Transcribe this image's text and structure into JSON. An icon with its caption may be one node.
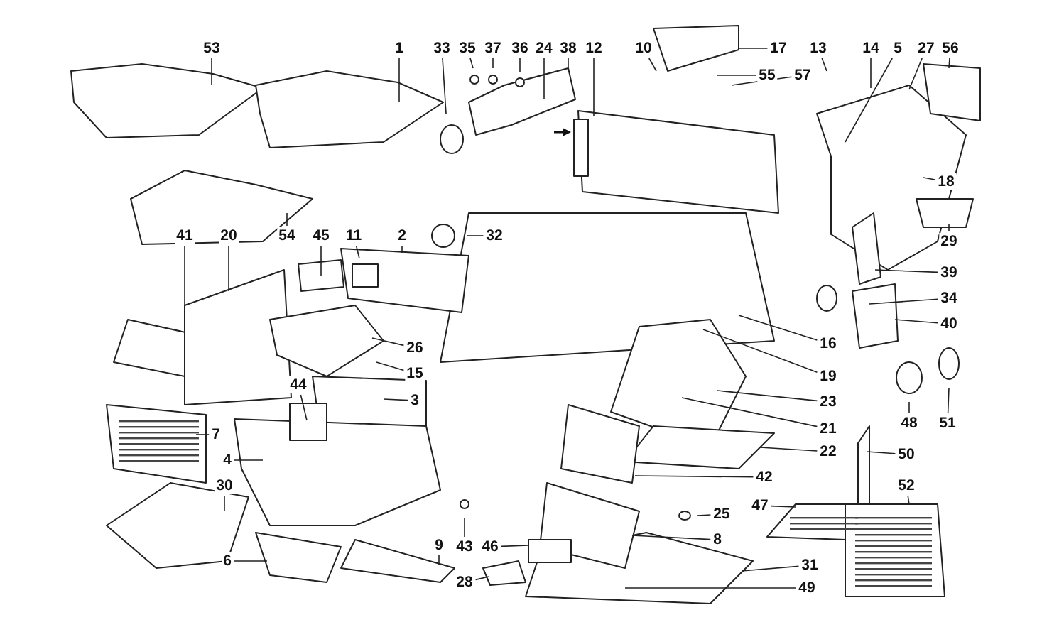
{
  "diagram": {
    "nodes": [
      {
        "text": [
          "53"
        ]
      },
      {
        "text": [
          "1"
        ]
      },
      {
        "text": [
          "33"
        ]
      },
      {
        "text": [
          "35"
        ]
      },
      {
        "text": [
          "37"
        ]
      },
      {
        "text": [
          "36"
        ]
      },
      {
        "text": [
          "24"
        ]
      },
      {
        "text": [
          "38"
        ]
      },
      {
        "text": [
          "12"
        ]
      },
      {
        "text": [
          "10"
        ]
      },
      {
        "text": [
          "17"
        ]
      },
      {
        "text": [
          "13"
        ]
      },
      {
        "text": [
          "14"
        ]
      },
      {
        "text": [
          "5"
        ]
      },
      {
        "text": [
          "27"
        ]
      },
      {
        "text": [
          "56"
        ]
      },
      {
        "text": [
          "55"
        ]
      },
      {
        "text": [
          "57"
        ]
      },
      {
        "text": [
          "18"
        ]
      },
      {
        "text": [
          "54"
        ]
      },
      {
        "text": [
          "41"
        ]
      },
      {
        "text": [
          "20"
        ]
      },
      {
        "text": [
          "45"
        ]
      },
      {
        "text": [
          "11"
        ]
      },
      {
        "text": [
          "2"
        ]
      },
      {
        "text": [
          "32"
        ]
      },
      {
        "text": [
          "29"
        ]
      },
      {
        "text": [
          "39"
        ]
      },
      {
        "text": [
          "34"
        ]
      },
      {
        "text": [
          "40"
        ]
      },
      {
        "text": [
          "16"
        ]
      },
      {
        "text": [
          "26"
        ]
      },
      {
        "text": [
          "19"
        ]
      },
      {
        "text": [
          "15"
        ]
      },
      {
        "text": [
          "23"
        ]
      },
      {
        "text": [
          "44"
        ]
      },
      {
        "text": [
          "3"
        ]
      },
      {
        "text": [
          "48"
        ]
      },
      {
        "text": [
          "51"
        ]
      },
      {
        "text": [
          "21"
        ]
      },
      {
        "text": [
          "7"
        ]
      },
      {
        "text": [
          "22"
        ]
      },
      {
        "text": [
          "4"
        ]
      },
      {
        "text": [
          "50"
        ]
      },
      {
        "text": [
          "42"
        ]
      },
      {
        "text": [
          "30"
        ]
      },
      {
        "text": [
          "52"
        ]
      },
      {
        "text": [
          "47"
        ]
      },
      {
        "text": [
          "25"
        ]
      },
      {
        "text": [
          "8"
        ]
      },
      {
        "text": [
          "9"
        ]
      },
      {
        "text": [
          "43"
        ]
      },
      {
        "text": [
          "46"
        ]
      },
      {
        "text": [
          "6"
        ]
      },
      {
        "text": [
          "31"
        ]
      },
      {
        "text": [
          "28"
        ]
      },
      {
        "text": [
          "49"
        ]
      }
    ],
    "edges": [
      {
        "from": 0,
        "to": null,
        "arrow": "none"
      },
      {
        "from": 1,
        "to": null,
        "arrow": "none"
      },
      {
        "from": 2,
        "to": null,
        "arrow": "none"
      },
      {
        "from": 3,
        "to": null,
        "arrow": "none"
      },
      {
        "from": 4,
        "to": null,
        "arrow": "none"
      },
      {
        "from": 5,
        "to": null,
        "arrow": "none"
      },
      {
        "from": 6,
        "to": null,
        "arrow": "none"
      },
      {
        "from": 7,
        "to": null,
        "arrow": "none"
      },
      {
        "from": 8,
        "to": null,
        "arrow": "none"
      },
      {
        "from": 9,
        "to": null,
        "arrow": "none"
      },
      {
        "from": 10,
        "to": null,
        "arrow": "none"
      },
      {
        "from": 11,
        "to": null,
        "arrow": "none"
      },
      {
        "from": 12,
        "to": null,
        "arrow": "none"
      },
      {
        "from": 13,
        "to": null,
        "arrow": "none"
      },
      {
        "from": 14,
        "to": null,
        "arrow": "none"
      },
      {
        "from": 15,
        "to": null,
        "arrow": "none"
      },
      {
        "from": 16,
        "to": null,
        "arrow": "none"
      },
      {
        "from": 17,
        "to": null,
        "arrow": "none"
      },
      {
        "from": 18,
        "to": null,
        "arrow": "none"
      },
      {
        "from": 19,
        "to": null,
        "arrow": "none"
      },
      {
        "from": 20,
        "to": null,
        "arrow": "none"
      },
      {
        "from": 21,
        "to": null,
        "arrow": "none"
      },
      {
        "from": 22,
        "to": null,
        "arrow": "none"
      },
      {
        "from": 23,
        "to": null,
        "arrow": "none"
      },
      {
        "from": 24,
        "to": null,
        "arrow": "none"
      },
      {
        "from": 25,
        "to": null,
        "arrow": "none"
      },
      {
        "from": 26,
        "to": null,
        "arrow": "none"
      },
      {
        "from": 27,
        "to": null,
        "arrow": "none"
      },
      {
        "from": 28,
        "to": null,
        "arrow": "none"
      },
      {
        "from": 29,
        "to": null,
        "arrow": "none"
      },
      {
        "from": 30,
        "to": null,
        "arrow": "none"
      },
      {
        "from": 31,
        "to": null,
        "arrow": "none"
      },
      {
        "from": 32,
        "to": null,
        "arrow": "none"
      },
      {
        "from": 33,
        "to": null,
        "arrow": "none"
      },
      {
        "from": 34,
        "to": null,
        "arrow": "none"
      },
      {
        "from": 35,
        "to": null,
        "arrow": "none"
      },
      {
        "from": 36,
        "to": null,
        "arrow": "none"
      },
      {
        "from": 37,
        "to": null,
        "arrow": "none"
      },
      {
        "from": 38,
        "to": null,
        "arrow": "none"
      },
      {
        "from": 39,
        "to": null,
        "arrow": "none"
      },
      {
        "from": 40,
        "to": null,
        "arrow": "none"
      },
      {
        "from": 41,
        "to": null,
        "arrow": "none"
      },
      {
        "from": 42,
        "to": null,
        "arrow": "none"
      },
      {
        "from": 43,
        "to": null,
        "arrow": "none"
      },
      {
        "from": 44,
        "to": null,
        "arrow": "none"
      },
      {
        "from": 45,
        "to": null,
        "arrow": "none"
      },
      {
        "from": 46,
        "to": null,
        "arrow": "none"
      },
      {
        "from": 47,
        "to": null,
        "arrow": "none"
      },
      {
        "from": 48,
        "to": null,
        "arrow": "none"
      },
      {
        "from": 49,
        "to": null,
        "arrow": "none"
      },
      {
        "from": 50,
        "to": null,
        "arrow": "none"
      },
      {
        "from": 51,
        "to": null,
        "arrow": "none"
      },
      {
        "from": 52,
        "to": null,
        "arrow": "none"
      },
      {
        "from": 53,
        "to": null,
        "arrow": "none"
      },
      {
        "from": 54,
        "to": null,
        "arrow": "none"
      },
      {
        "from": 55,
        "to": null,
        "arrow": "none"
      },
      {
        "from": 56,
        "to": null,
        "arrow": "none"
      }
    ]
  }
}
